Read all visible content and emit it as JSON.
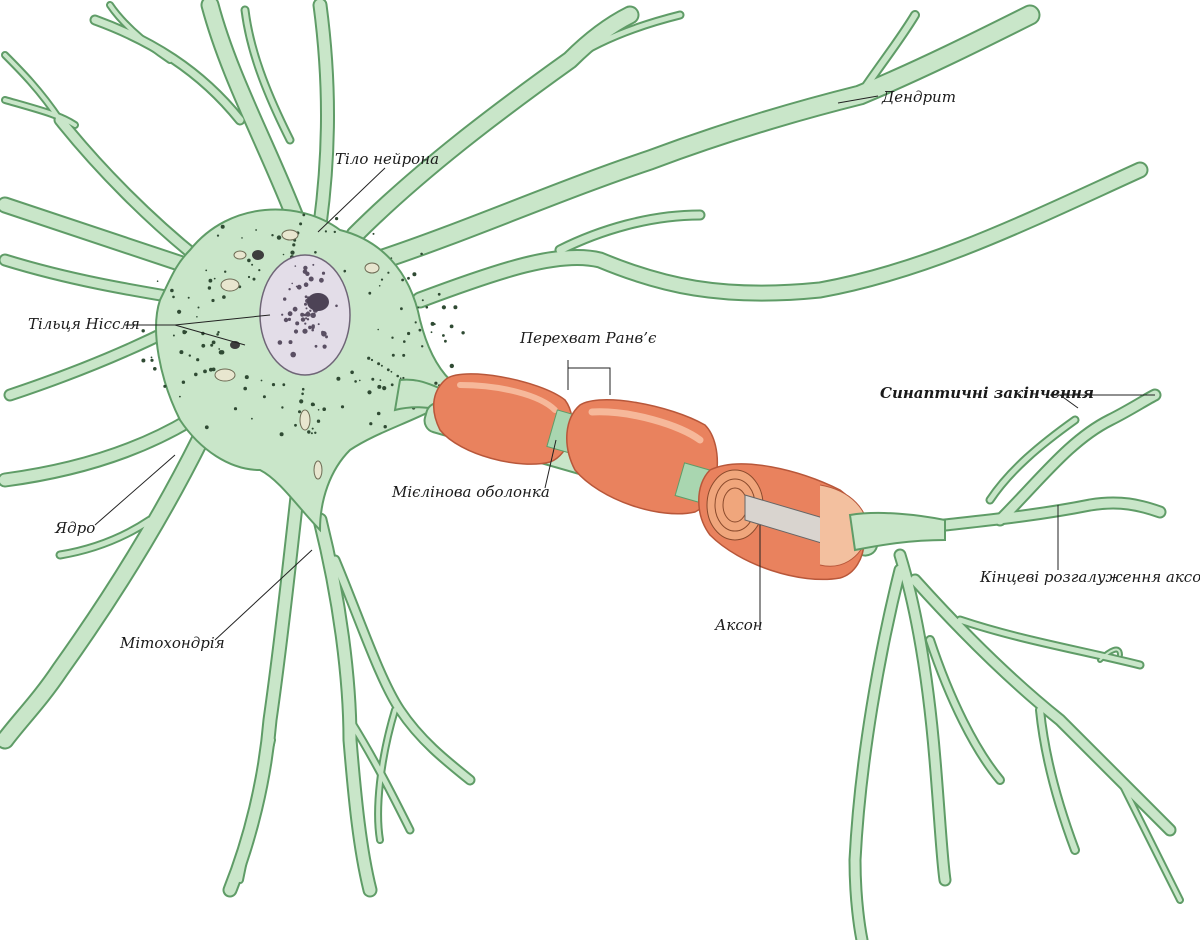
{
  "colors": {
    "cell_fill": "#c9e6c9",
    "cell_outline": "#5f9c67",
    "myelin": "#e9825e",
    "myelin_highlight": "#f6b89a",
    "nucleus": "#e3dde8",
    "nucleolus": "#4d4356"
  },
  "labels": {
    "dendrite": "Дендрит",
    "soma": "Тіло нейрона",
    "nissl": "Тільця Нісcля",
    "ranvier": "Перехват Ранв’є",
    "synaptic": "Синаптичні закінчення",
    "myelin": "Мієлінова оболонка",
    "nucleus": "Ядро",
    "terminals": "Кінцеві розгалуження аксона",
    "axon": "Аксон",
    "mitochondria": "Мітохондрія"
  }
}
